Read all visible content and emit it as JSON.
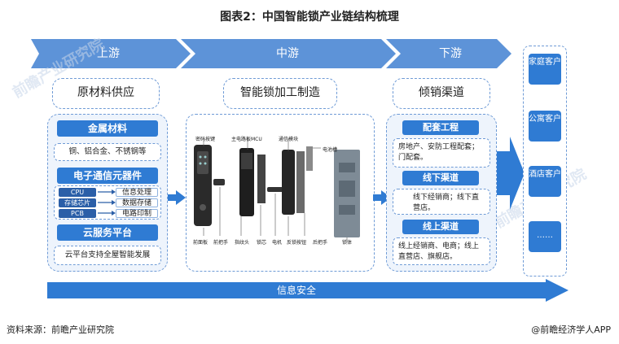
{
  "title": "图表2：中国智能锁产业链结构梳理",
  "stages": [
    "上游",
    "中游",
    "下游"
  ],
  "upstream": {
    "header": "原材料供应",
    "metal": {
      "title": "金属材料",
      "text": "铜、铝合金、不锈钢等"
    },
    "electronic": {
      "title": "电子通信元器件",
      "rows": [
        {
          "label": "CPU",
          "value": "信息处理"
        },
        {
          "label": "存储芯片",
          "value": "数据存储"
        },
        {
          "label": "PCB",
          "value": "电路印制"
        }
      ]
    },
    "cloud": {
      "title": "云服务平台",
      "text": "云平台支持全屋智能发展"
    }
  },
  "midstream": {
    "header": "智能锁加工制造",
    "top_labels": [
      "密码按键",
      "主电路板MCU",
      "通信模块",
      "电池槽"
    ],
    "bottom_labels": [
      "前面板",
      "前把手",
      "指纹头",
      "锁芯",
      "电机",
      "反锁按钮",
      "后把手",
      "锁体"
    ]
  },
  "downstream": {
    "header": "倾销渠道",
    "sections": [
      {
        "title": "配套工程",
        "text": "房地产、安防工程配套；门配套。"
      },
      {
        "title": "线下渠道",
        "text": "线下经销商；线下直营店。"
      },
      {
        "title": "线上渠道",
        "text": "线上经销商、电商；线上直营店、旗舰店。"
      }
    ]
  },
  "customers": [
    "家庭客户",
    "公寓客户",
    "酒店客户",
    "……"
  ],
  "security_bar": "信息安全",
  "source": "资料来源：前瞻产业研究院",
  "brand": "@前瞻经济学人APP",
  "watermark": "前瞻产业研究院",
  "colors": {
    "accent": "#2f7bd3",
    "stage_bar": "#5d93d8",
    "dark": "#2b5fa8",
    "border": "#6f9bd6"
  }
}
